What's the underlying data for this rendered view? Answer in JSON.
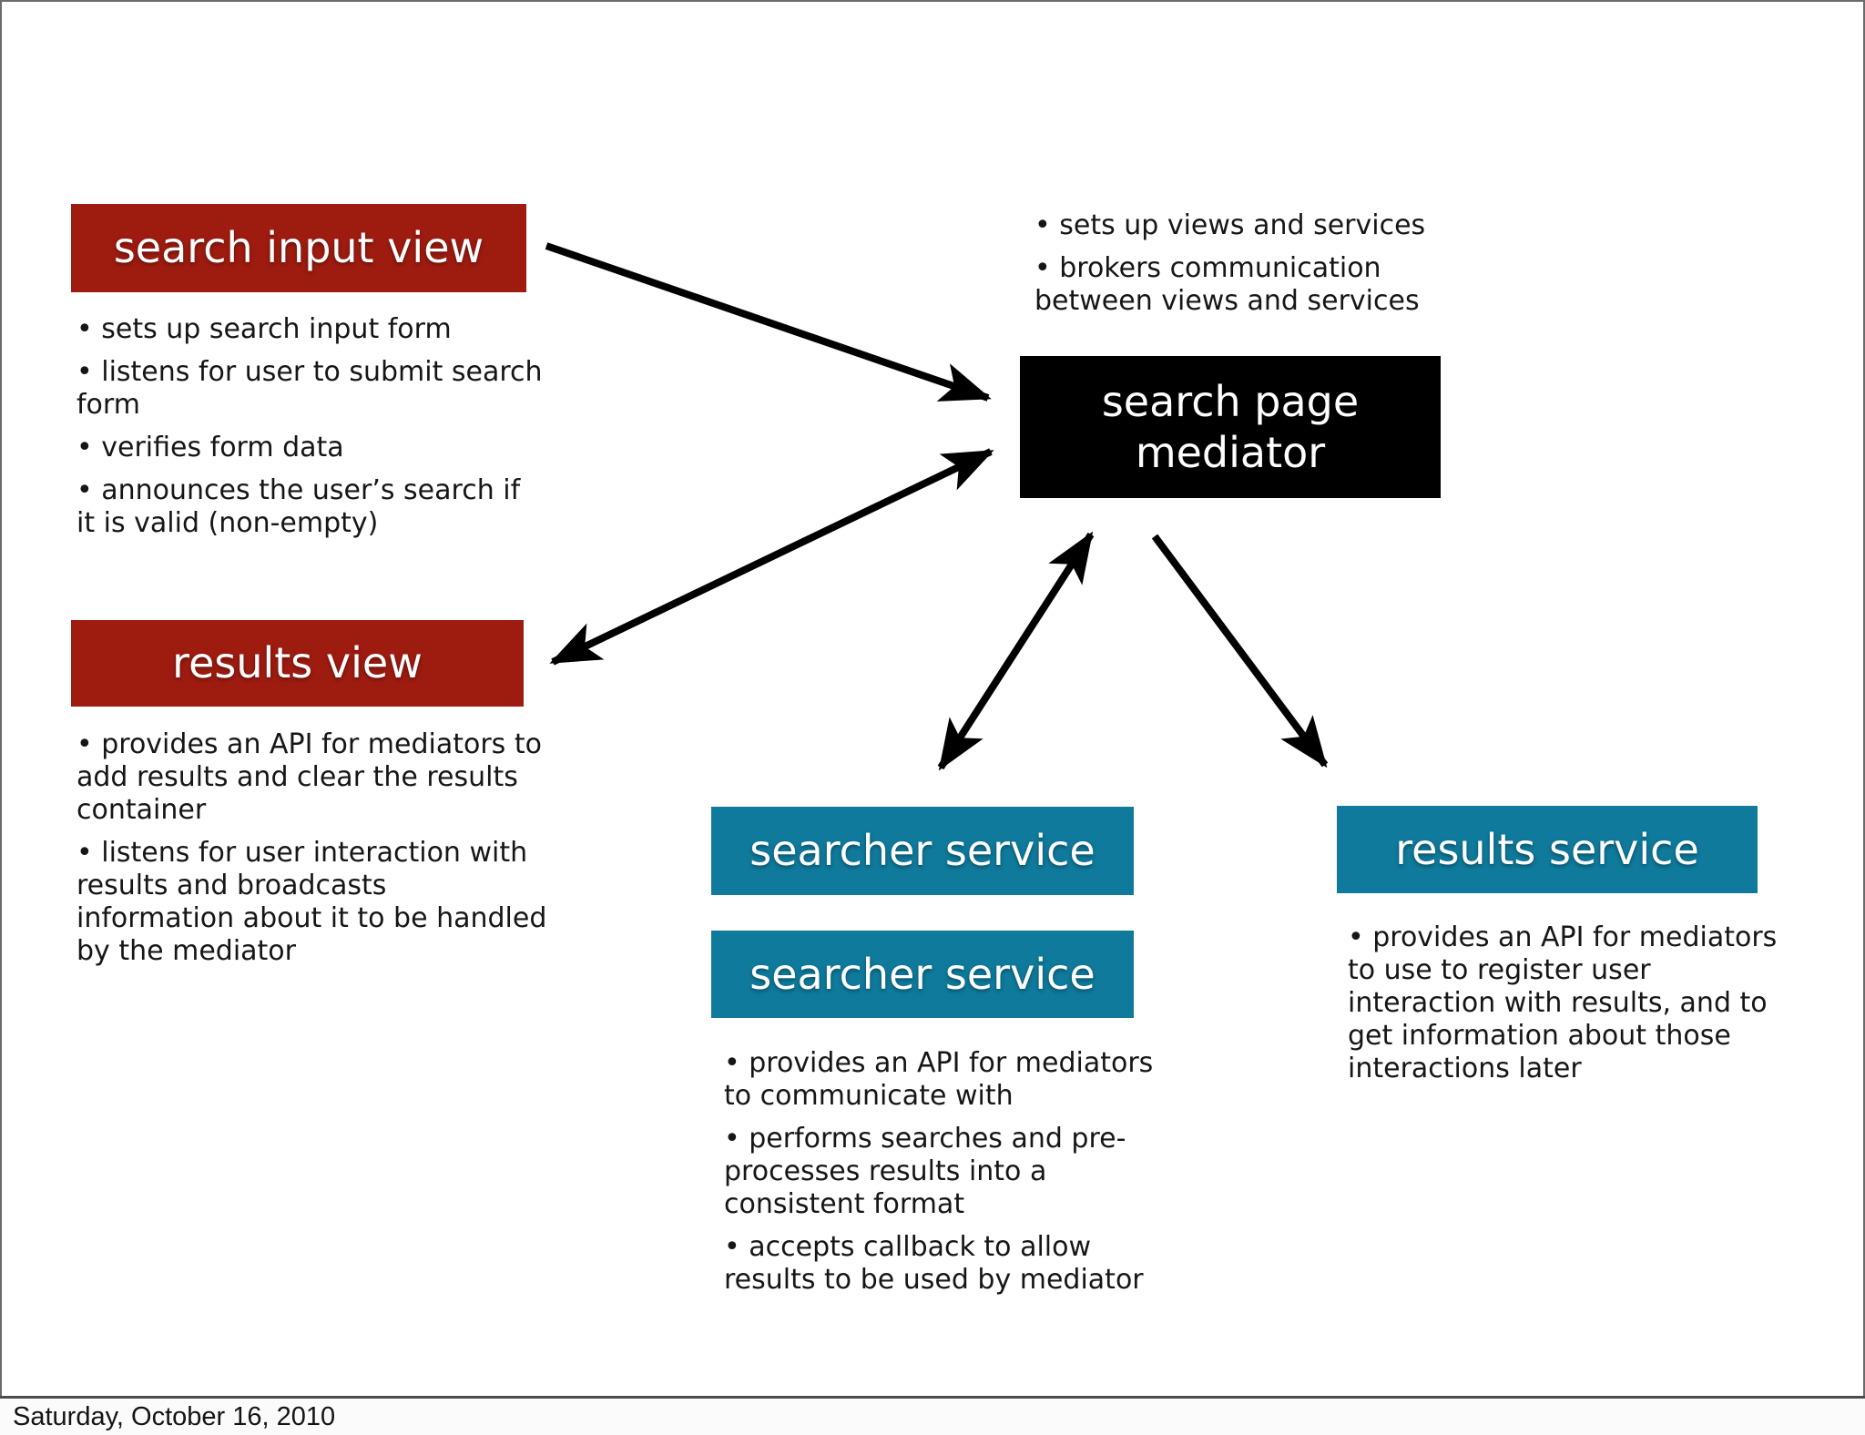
{
  "colors": {
    "view_red": "#9e1b10",
    "service_teal": "#0f7a9b",
    "mediator_black": "#000000",
    "arrow_black": "#000000"
  },
  "nodes": {
    "search_input_view": {
      "label": "search input view"
    },
    "results_view": {
      "label": "results view"
    },
    "search_page_mediator": {
      "label": "search page mediator"
    },
    "searcher_service_1": {
      "label": "searcher service"
    },
    "searcher_service_2": {
      "label": "searcher service"
    },
    "results_service": {
      "label": "results service"
    }
  },
  "bullets": {
    "search_input_view": [
      "sets up search input form",
      "listens for user to submit search form",
      "verifies form data",
      "announces the user’s search if it is valid (non-empty)"
    ],
    "search_page_mediator": [
      "sets up views and services",
      "brokers communication between views and services"
    ],
    "results_view": [
      "provides an API for mediators to add results and clear the results container",
      "listens for user interaction with results and broadcasts information about it to be handled by the mediator"
    ],
    "searcher_service": [
      "provides an API for mediators to communicate with",
      "performs searches and pre-processes results into a consistent format",
      "accepts callback to allow results to be used by mediator"
    ],
    "results_service": [
      "provides an API for mediators to use to register user interaction with results, and to get information about those interactions later"
    ]
  },
  "edges": [
    {
      "from": "search input view",
      "to": "search page mediator",
      "direction": "one-way"
    },
    {
      "from": "results view",
      "to": "search page mediator",
      "direction": "two-way"
    },
    {
      "from": "searcher service",
      "to": "search page mediator",
      "direction": "two-way"
    },
    {
      "from": "search page mediator",
      "to": "results service",
      "direction": "one-way"
    }
  ],
  "footer": {
    "date": "Saturday, October 16, 2010"
  }
}
